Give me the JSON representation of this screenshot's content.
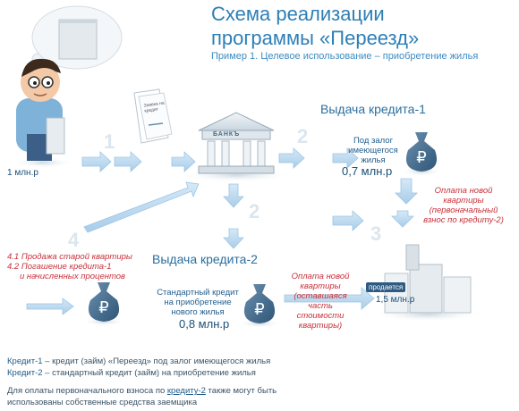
{
  "header": {
    "title_line1": "Схема реализации",
    "title_line2": "программы «Переезд»",
    "subtitle": "Пример 1. Целевое использование – приобретение жилья"
  },
  "left": {
    "apartment_value": "1 млн.р"
  },
  "application": {
    "doc_text": "Заявка на кредит"
  },
  "bank": {
    "sign": "БАНКЪ"
  },
  "steps": {
    "s1": "1",
    "s2_top": "2",
    "s2_mid": "2",
    "s3": "3",
    "s4": "4"
  },
  "credit1": {
    "title": "Выдача кредита-1",
    "collateral_l1": "Под залог",
    "collateral_l2": "имеющегося",
    "collateral_l3": "жилья",
    "amount": "0,7 млн.р",
    "payment_l1": "Оплата новой",
    "payment_l2": "квартиры",
    "payment_l3": "(первоначальный",
    "payment_l4": "взнос по кредиту-2)"
  },
  "credit2": {
    "title": "Выдача кредита-2",
    "desc_l1": "Стандартный кредит",
    "desc_l2": "на приобретение",
    "desc_l3": "нового жилья",
    "amount": "0,8 млн.р",
    "payment_l1": "Оплата новой",
    "payment_l2": "квартиры",
    "payment_l3": "(оставшаяся",
    "payment_l4": "часть стоимости",
    "payment_l5": "квартиры)"
  },
  "repay": {
    "l1": "4.1 Продажа старой квартиры",
    "l2": "4.2 Погашение кредита-1",
    "l3": "и начисленных процентов"
  },
  "newhome": {
    "sold_label": "продается",
    "price": "1,5 млн.р"
  },
  "footnotes": {
    "k1_term": "Кредит-1",
    "k1_text": " – кредит (займ) «Переезд» под залог имеющегося жилья",
    "k2_term": "Кредит-2",
    "k2_text": " – стандартный кредит (займ) на приобретение жилья",
    "note_pre": "Для оплаты первоначального взноса по ",
    "note_term": "кредиту-2",
    "note_post": " также могут быть",
    "note_l2": "использованы собственные средства заемщика"
  },
  "colors": {
    "title": "#2d7fb6",
    "note_red": "#c8313a",
    "arrow": "#b7d7ee",
    "building": "#e9eef2"
  }
}
